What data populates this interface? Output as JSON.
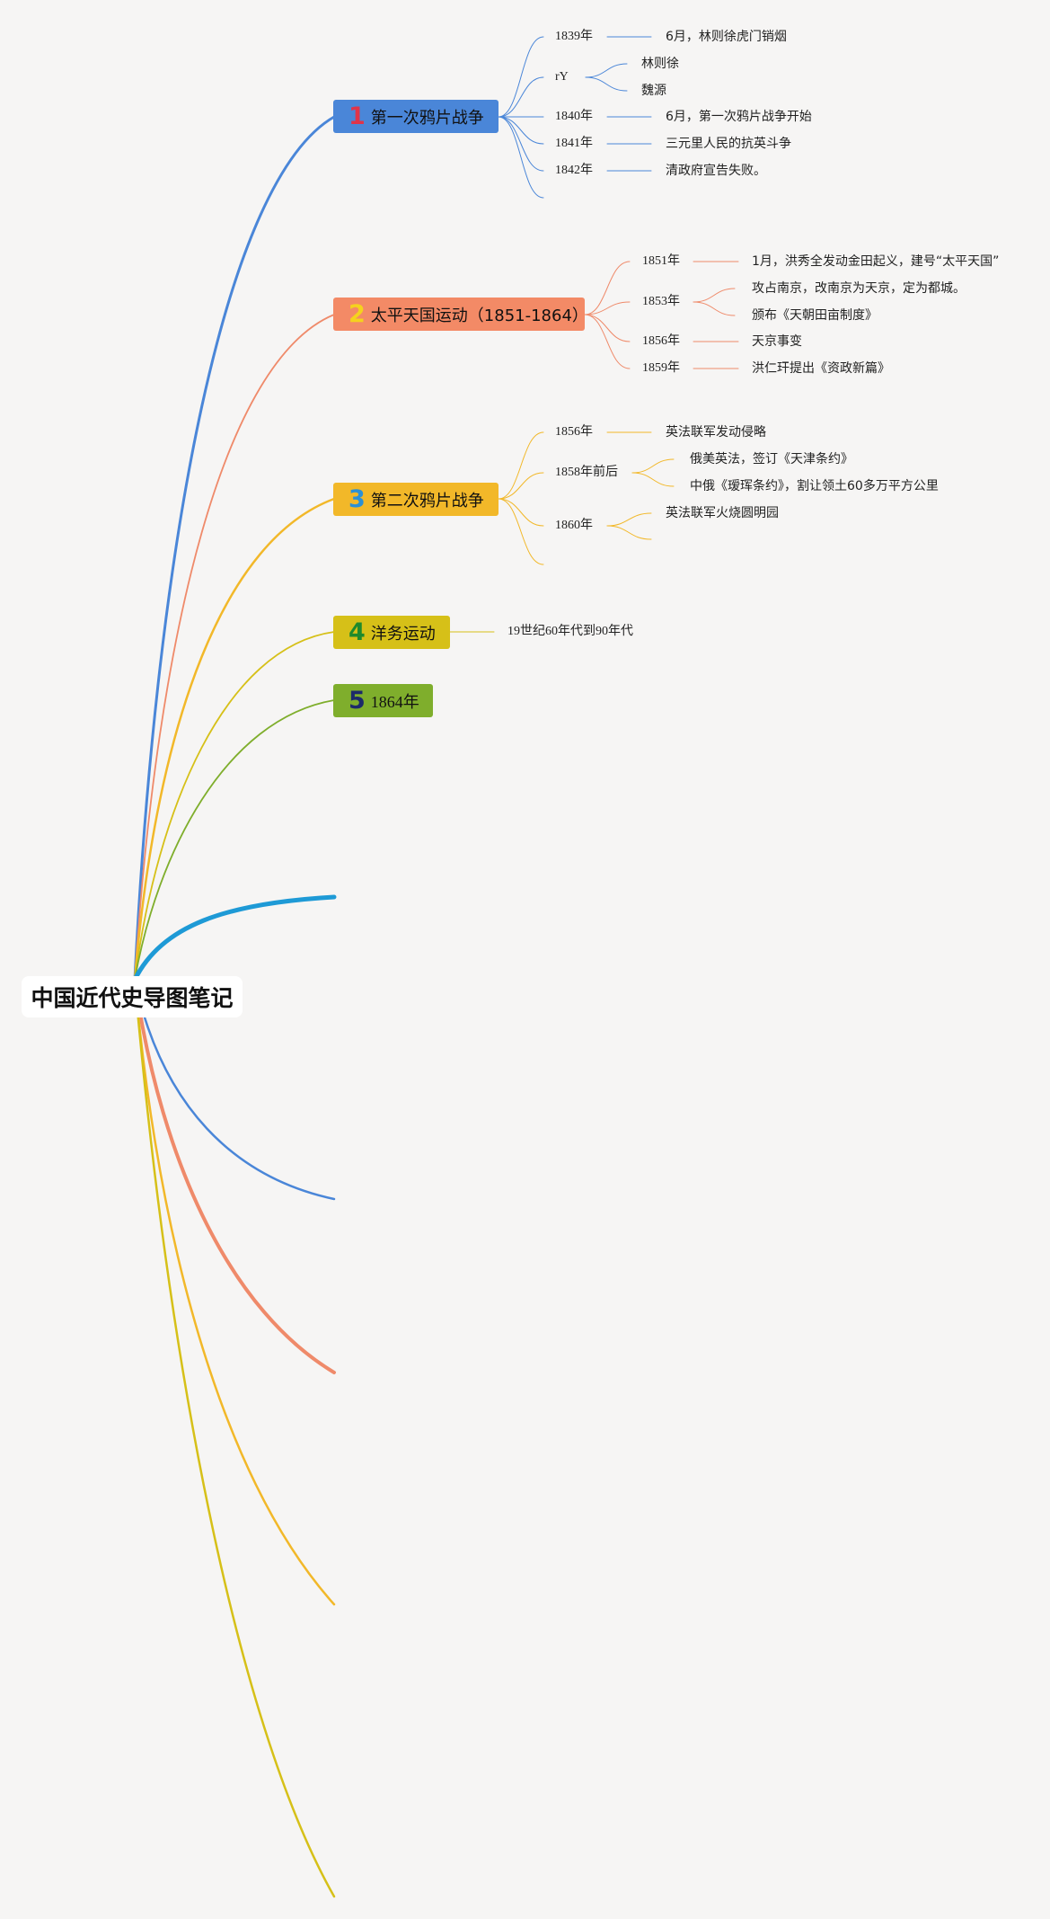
{
  "root": {
    "title": "中国近代史导图笔记"
  },
  "colors": {
    "blue": "#4a86d8",
    "orange": "#ef8a6a",
    "yellow": "#f2b829",
    "olive": "#d6c018",
    "green": "#7fae2c",
    "cyan": "#1e9ad6"
  },
  "topics": [
    {
      "num": "1",
      "title": "第一次鸦片战争",
      "bg": "#4a86d8",
      "num_color": "#e0344a",
      "items": [
        {
          "label": "1839年",
          "sub": [
            "6月，林则徐虎门销烟"
          ]
        },
        {
          "label": "rY",
          "sub": [
            "林则徐",
            "魏源"
          ]
        },
        {
          "label": "1840年",
          "sub": [
            "6月，第一次鸦片战争开始"
          ]
        },
        {
          "label": "1841年",
          "sub": [
            "三元里人民的抗英斗争"
          ]
        },
        {
          "label": "1842年",
          "sub": [
            "清政府宣告失败。"
          ]
        }
      ]
    },
    {
      "num": "2",
      "title": "太平天国运动（1851-1864）",
      "bg": "#f38a66",
      "num_color": "#f5d21d",
      "items": [
        {
          "label": "1851年",
          "sub": [
            "1月，洪秀全发动金田起义，建号“太平天国”"
          ]
        },
        {
          "label": "1853年",
          "sub": [
            "攻占南京，改南京为天京，定为都城。",
            "颁布《天朝田亩制度》"
          ]
        },
        {
          "label": "1856年",
          "sub": [
            "天京事变"
          ]
        },
        {
          "label": "1859年",
          "sub": [
            "洪仁玕提出《资政新篇》"
          ]
        }
      ]
    },
    {
      "num": "3",
      "title": "第二次鸦片战争",
      "bg": "#f2b829",
      "num_color": "#2b90d6",
      "items": [
        {
          "label": "1856年",
          "sub": [
            "英法联军发动侵略"
          ]
        },
        {
          "label": "1858年前后",
          "sub": [
            "俄美英法，签订《天津条约》",
            "中俄《瑷珲条约》，割让领土60多万平方公里"
          ]
        },
        {
          "label": "1860年",
          "sub": [
            "英法联军火烧圆明园"
          ]
        }
      ]
    },
    {
      "num": "4",
      "title": "洋务运动",
      "bg": "#d6c018",
      "num_color": "#1f8a2c",
      "items": [
        {
          "label": "19世纪60年代到90年代",
          "sub": []
        }
      ]
    },
    {
      "num": "5",
      "title": "1864年",
      "bg": "#7fae2c",
      "num_color": "#1c2a6a",
      "items": []
    }
  ]
}
